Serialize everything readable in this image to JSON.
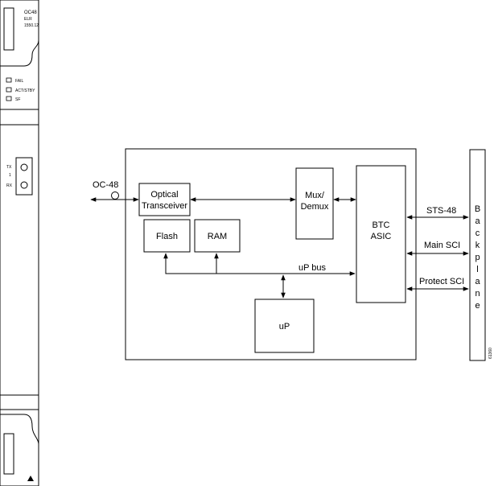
{
  "card": {
    "title_lines": [
      "OC48",
      "ELR",
      "1550.12"
    ],
    "leds": [
      "FAIL",
      "ACT/STBY",
      "SF"
    ],
    "ports": [
      "TX",
      "1",
      "RX"
    ]
  },
  "diagram": {
    "oc48_label": "OC-48",
    "optical_line1": "Optical",
    "optical_line2": "Transceiver",
    "mux_line1": "Mux/",
    "mux_line2": "Demux",
    "btc_line1": "BTC",
    "btc_line2": "ASIC",
    "flash": "Flash",
    "ram": "RAM",
    "up_bus": "uP bus",
    "up": "uP",
    "sts48": "STS-48",
    "main_sci": "Main SCI",
    "protect_sci": "Protect SCI",
    "backplane_letters": [
      "B",
      "a",
      "c",
      "k",
      "p",
      "l",
      "a",
      "n",
      "e"
    ],
    "figure_id": "61360"
  }
}
